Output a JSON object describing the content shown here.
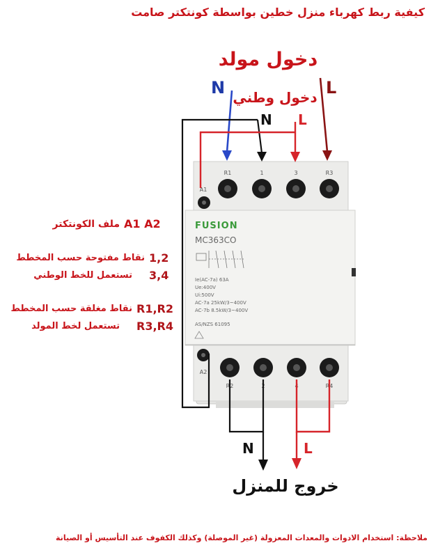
{
  "title": "كيفية ربط كهرباء منزل خطين بواسطة كونتكتر صامت",
  "generator_input": "دخول مولد",
  "home_input": "دخول وطني",
  "labels": {
    "n_generator": "N",
    "l_generator": "L",
    "n_home": "N",
    "l_home": "L",
    "n_out": "N",
    "l_out": "L"
  },
  "notes": {
    "coil_code": "A1 A2",
    "coil_text": "ملف الكونتكتر",
    "open_code": "1,2",
    "open_text": "نقاط مفتوحة حسب المخطط",
    "open_code2": "3,4",
    "open_text2": "تستعمل للخط الوطني",
    "closed_code": "R1,R2",
    "closed_text": "نقاط مغلقة حسب المخطط",
    "closed_code2": "R3,R4",
    "closed_text2": "تستعمل لخط المولد"
  },
  "output_label": "خروج للمنزل",
  "footer": "ملاحظة: استخدام الادوات والمعدات المعزولة (غير الموصلة) وكذلك الكفوف عند التأسيس أو الصيانة",
  "device": {
    "brand": "FUSION",
    "model": "MC363CO",
    "top_terminals": [
      "R1",
      "1",
      "3",
      "R3"
    ],
    "bottom_terminals": [
      "R2",
      "2",
      "4",
      "R4"
    ],
    "coil_top": "A1",
    "coil_bottom": "A2",
    "specs": [
      "Ie(AC-7a) 63A",
      "Ue:400V",
      "Ui:500V",
      "AC-7a 25kW/3~400V",
      "AC-7b 8.5kW/3~400V"
    ],
    "standard": "AS/NZS 61095"
  },
  "colors": {
    "red": "#d6242a",
    "dark_red": "#8a1414",
    "blue": "#2a49c8",
    "black": "#111111",
    "brand_green": "#3a9a3a"
  }
}
